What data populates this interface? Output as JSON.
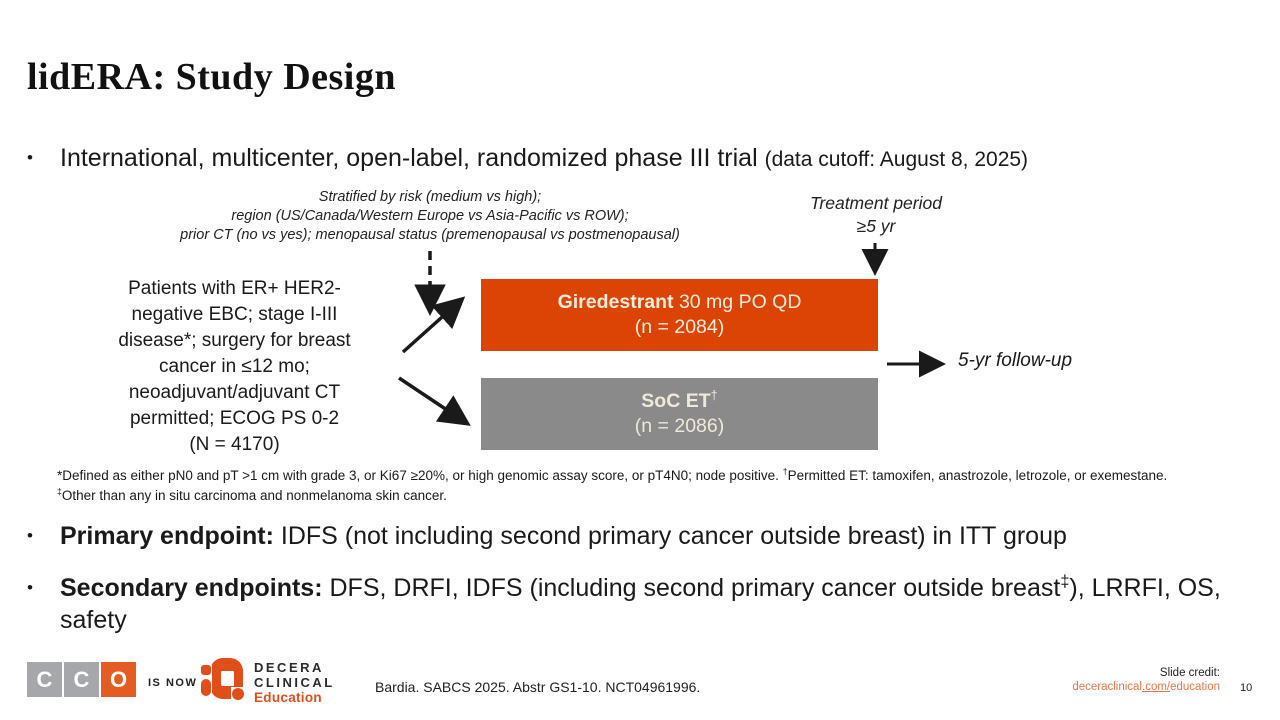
{
  "bullet_char": "•",
  "title": "lidERA: Study Design",
  "intro_bullet": {
    "main": "International, multicenter, open-label, randomized phase III trial",
    "paren": "(data cutoff: August 8, 2025)"
  },
  "diagram": {
    "stratification_lines": [
      "Stratified by risk (medium vs high);",
      "region (US/Canada/Western Europe vs Asia-Pacific vs ROW);",
      "prior CT (no vs yes); menopausal status (premenopausal vs postmenopausal)"
    ],
    "treatment_period": {
      "line1": "Treatment period",
      "line2": "≥5 yr"
    },
    "patient_lines": [
      "Patients with ER+ HER2-",
      "negative EBC; stage I-III",
      "disease*; surgery for breast",
      "cancer in ≤12 mo;",
      "neoadjuvant/adjuvant CT",
      "permitted; ECOG PS 0-2",
      "(N = 4170)"
    ],
    "arm1": {
      "bold": "Giredestrant",
      "rest": " 30 mg PO QD",
      "n": "(n = 2084)"
    },
    "arm2": {
      "bold": "SoC ET",
      "sup": "†",
      "n": "(n = 2086)"
    },
    "followup": "5-yr follow-up"
  },
  "footnote": {
    "part1": "*Defined as either pN0 and pT >1 cm with grade 3, or Ki67 ≥20%, or high genomic assay score, or pT4N0; node positive. ",
    "sup1": "†",
    "part2": "Permitted ET: tamoxifen, anastrozole, letrozole, or exemestane. ",
    "sup2": "‡",
    "part3": "Other than any in situ carcinoma and nonmelanoma skin cancer."
  },
  "endpoints": {
    "primary_label": "Primary endpoint:",
    "primary_text": " IDFS (not including second primary cancer outside breast) in ITT group",
    "secondary_label": "Secondary endpoints:",
    "secondary_pre": " DFS, DRFI, IDFS (including second primary cancer outside breast",
    "secondary_sup": "‡",
    "secondary_post": "), LRRFI, OS, safety"
  },
  "footer": {
    "cco": [
      "C",
      "C",
      "O"
    ],
    "is_now": "IS NOW",
    "decera": {
      "line1": "DECERA",
      "line2": "CLINICAL",
      "line3": "Education"
    },
    "citation": "Bardia. SABCS 2025. Abstr GS1-10. NCT04961996.",
    "credit_label": "Slide credit:",
    "credit_link": {
      "pre": "deceraclinical",
      "mid": ".com/",
      "post": "education"
    },
    "page_number": "10"
  },
  "colors": {
    "arm1_bg": "#DC4405",
    "arm2_bg": "#8A8A8A",
    "box_text": "#F5EDDC",
    "accent_orange": "#E04E1A",
    "link_orange": "#E8764C",
    "cco_gray": "#A5A7AA",
    "cco_orange": "#E45C21",
    "text_dark": "#1A1A1A"
  }
}
